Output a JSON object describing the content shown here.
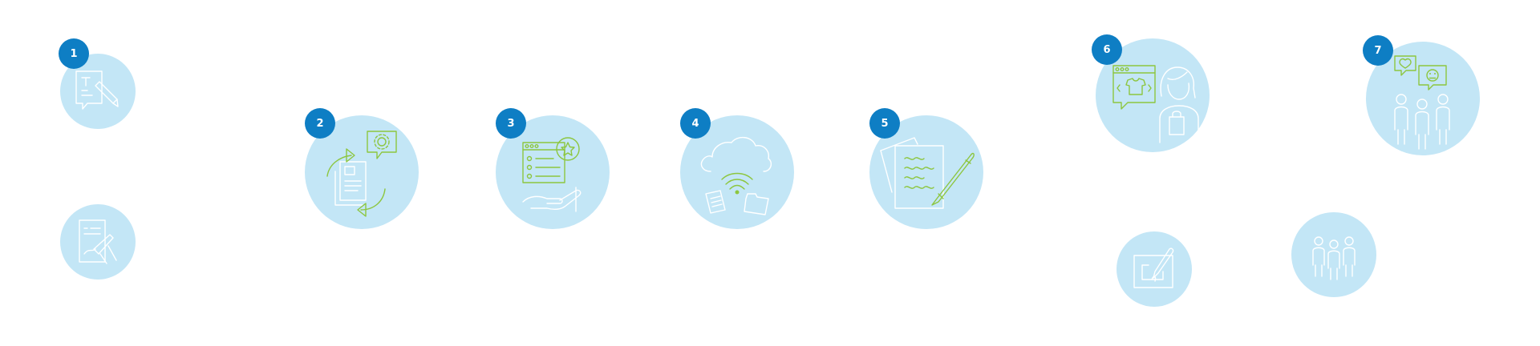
{
  "colors": {
    "circle": "#c3e6f6",
    "badge": "#0e7ec4",
    "accent": "#8dc63f",
    "line": "#ffffff"
  },
  "steps": [
    {
      "number": "1",
      "icon": "text-edit-chat-icon"
    },
    {
      "number": "2",
      "icon": "document-sync-settings-icon"
    },
    {
      "number": "3",
      "icon": "app-rating-hand-icon"
    },
    {
      "number": "4",
      "icon": "cloud-wifi-files-icon"
    },
    {
      "number": "5",
      "icon": "notes-pencil-icon"
    },
    {
      "number": "6",
      "icon": "online-shop-customer-icon"
    },
    {
      "number": "7",
      "icon": "group-feedback-icon"
    }
  ],
  "extras": [
    {
      "icon": "contract-sign-icon"
    },
    {
      "icon": "tablet-draw-icon"
    },
    {
      "icon": "three-people-icon"
    }
  ]
}
